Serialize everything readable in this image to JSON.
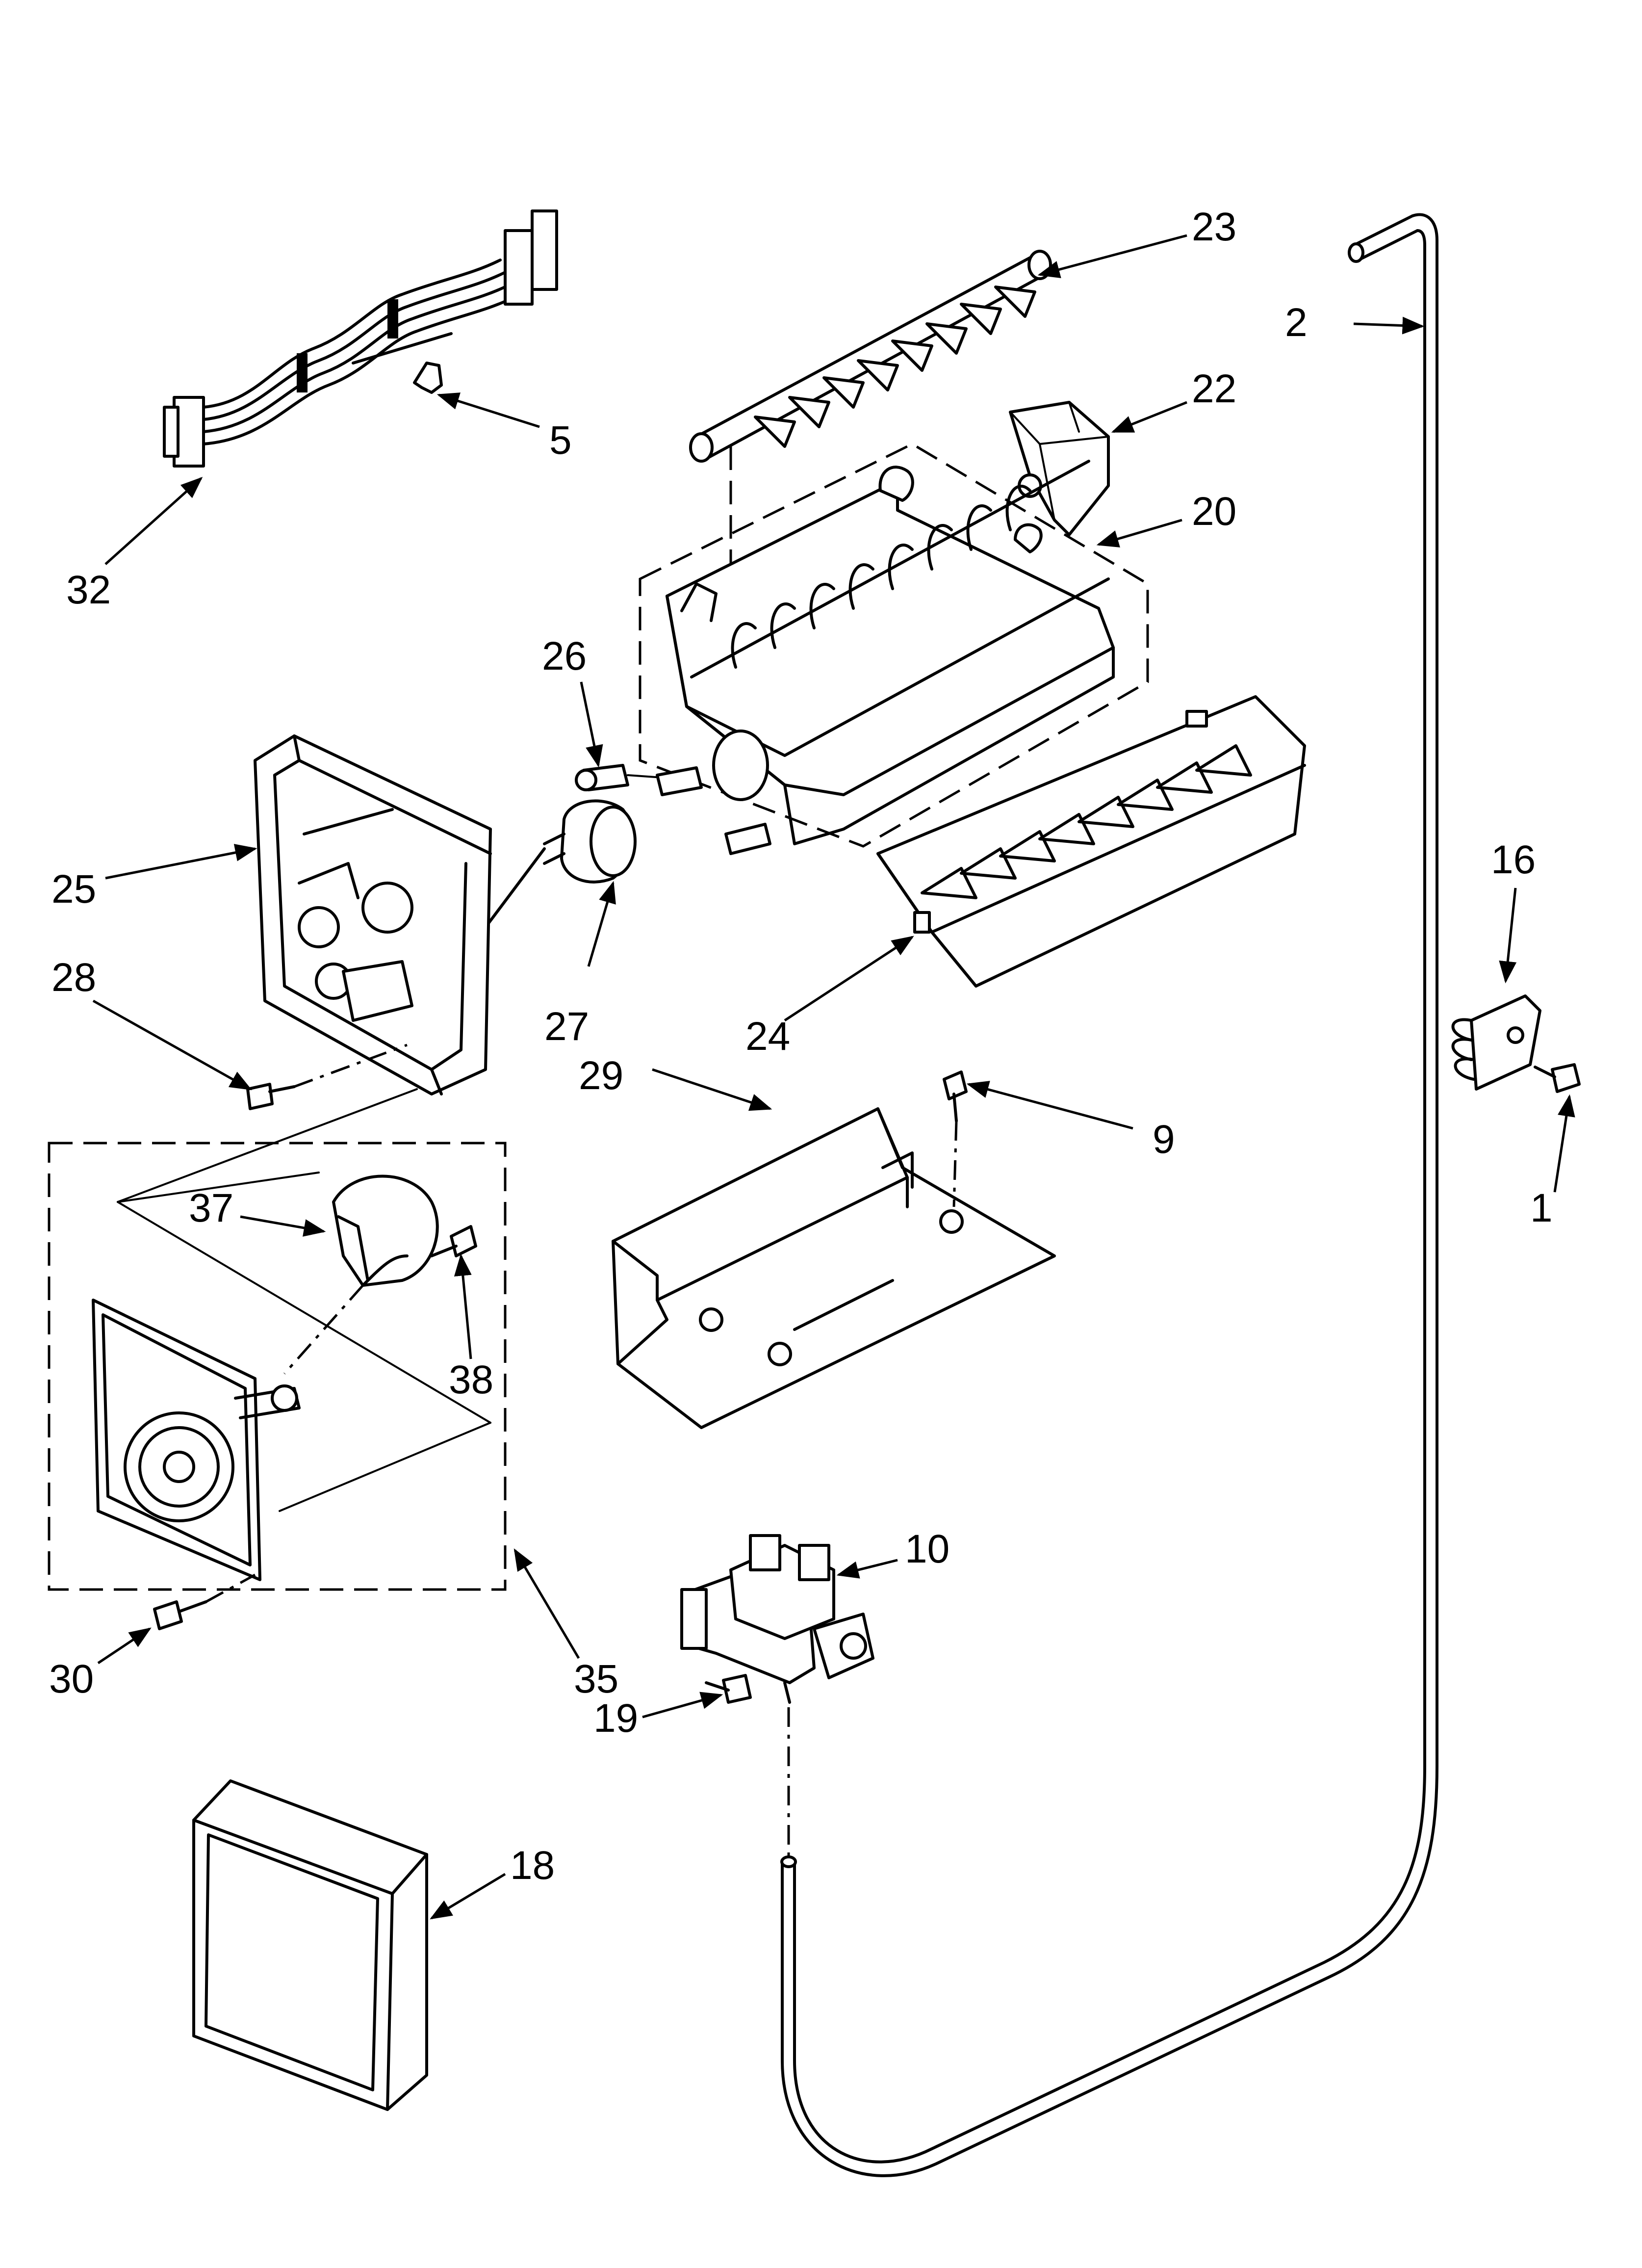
{
  "callouts": [
    {
      "id": "c1",
      "text": "1"
    },
    {
      "id": "c2",
      "text": "2"
    },
    {
      "id": "c5",
      "text": "5"
    },
    {
      "id": "c9",
      "text": "9"
    },
    {
      "id": "c10",
      "text": "10"
    },
    {
      "id": "c16",
      "text": "16"
    },
    {
      "id": "c18",
      "text": "18"
    },
    {
      "id": "c19",
      "text": "19"
    },
    {
      "id": "c20",
      "text": "20"
    },
    {
      "id": "c22",
      "text": "22"
    },
    {
      "id": "c23",
      "text": "23"
    },
    {
      "id": "c24",
      "text": "24"
    },
    {
      "id": "c25",
      "text": "25"
    },
    {
      "id": "c26",
      "text": "26"
    },
    {
      "id": "c27",
      "text": "27"
    },
    {
      "id": "c28",
      "text": "28"
    },
    {
      "id": "c29",
      "text": "29"
    },
    {
      "id": "c30",
      "text": "30"
    },
    {
      "id": "c32",
      "text": "32"
    },
    {
      "id": "c35",
      "text": "35"
    },
    {
      "id": "c37",
      "text": "37"
    },
    {
      "id": "c38",
      "text": "38"
    }
  ]
}
